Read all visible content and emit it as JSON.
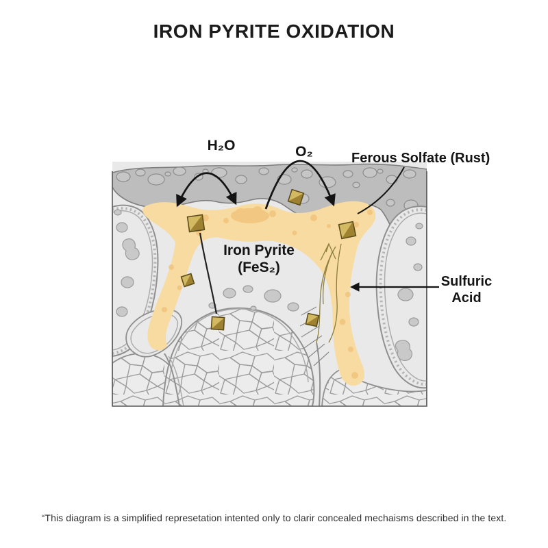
{
  "title": "IRON PYRITE OXIDATION",
  "diagram": {
    "labels": {
      "water": "H₂O",
      "oxygen": "O₂",
      "ferrous_sulfate": "Ferous Solfate (Rust)",
      "iron_pyrite_line1": "Iron Pyrite",
      "iron_pyrite_line2": "(FeS₂)",
      "sulfuric_acid_line1": "Sulfuric",
      "sulfuric_acid_line2": "Acid"
    },
    "colors": {
      "oxidation_zone": "#F7DBA1",
      "oxidation_spot": "#EFB869",
      "pyrite_gold": "#B3953F",
      "pyrite_highlight": "#D9C06A",
      "pyrite_shadow": "#8F7628",
      "rock_base": "#E9E9E9",
      "rock_band": "#BDBDBD",
      "rock_outline": "#8F8F8F",
      "arrow": "#141414"
    }
  },
  "footnote": "“This diagram is a simplified represetation intented only to clarir concealed mechaisms described in the text."
}
